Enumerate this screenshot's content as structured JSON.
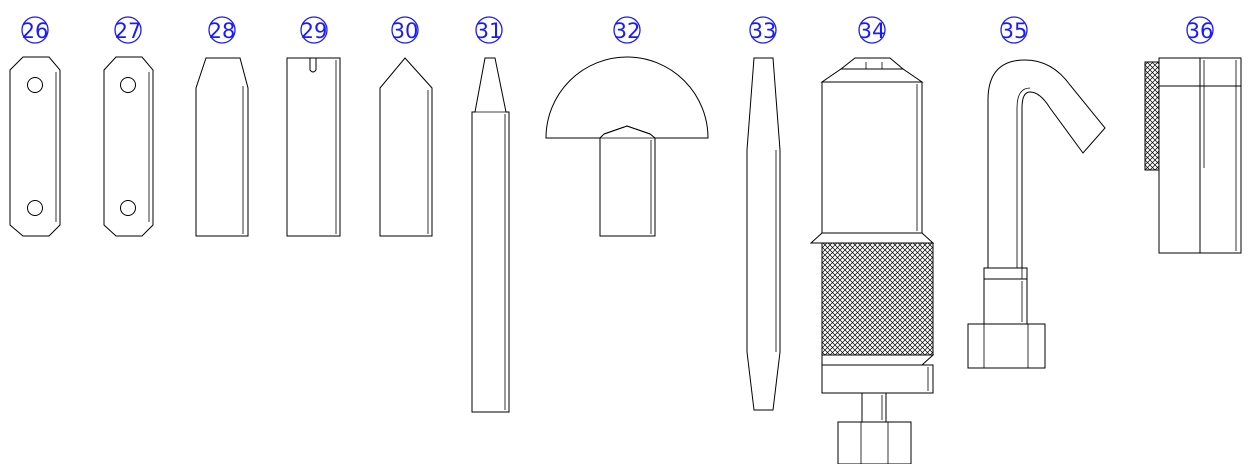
{
  "diagram": {
    "parts": [
      {
        "id": "26",
        "label": "26"
      },
      {
        "id": "27",
        "label": "27"
      },
      {
        "id": "28",
        "label": "28"
      },
      {
        "id": "29",
        "label": "29"
      },
      {
        "id": "30",
        "label": "30"
      },
      {
        "id": "31",
        "label": "31"
      },
      {
        "id": "32",
        "label": "32"
      },
      {
        "id": "33",
        "label": "33"
      },
      {
        "id": "34",
        "label": "34"
      },
      {
        "id": "35",
        "label": "35"
      },
      {
        "id": "36",
        "label": "36"
      }
    ],
    "colors": {
      "label": "#1a1aff",
      "line": "#000000",
      "background": "#ffffff"
    }
  }
}
